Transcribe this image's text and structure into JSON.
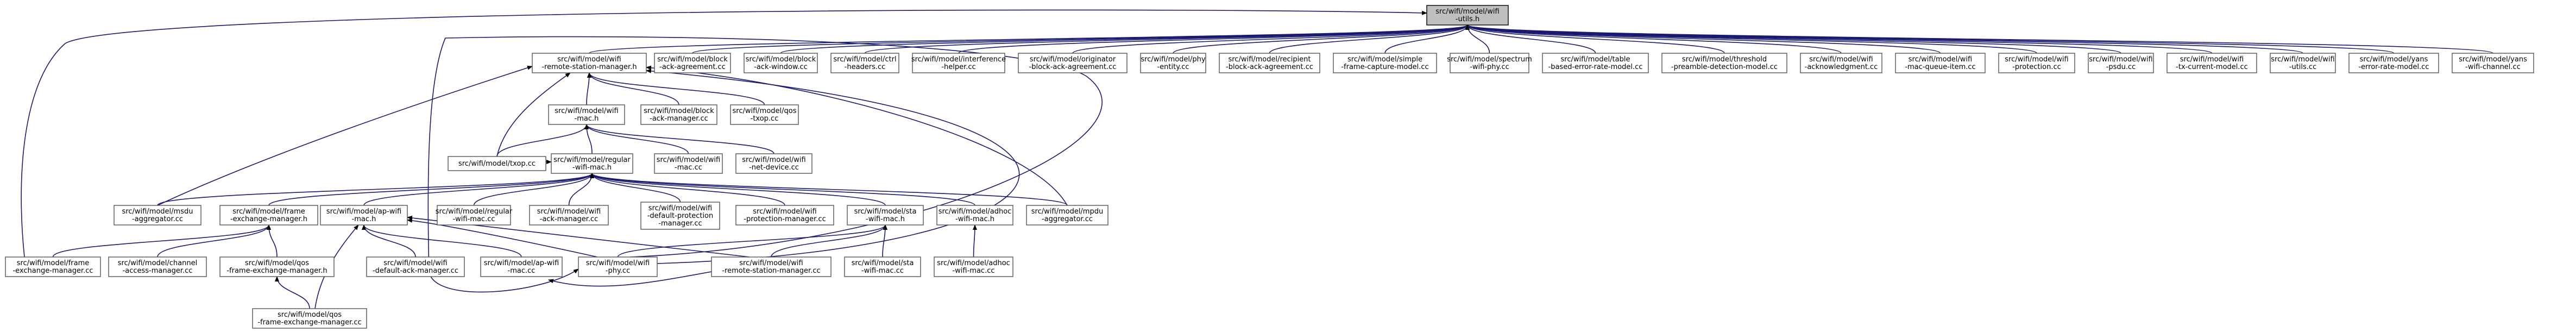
{
  "graph": {
    "root": "wifi-utils-h",
    "nodes": [
      {
        "id": "wifi-utils-h",
        "lines": [
          "src/wifi/model/wifi",
          "-utils.h"
        ]
      },
      {
        "id": "remote-station-manager-h",
        "lines": [
          "src/wifi/model/wifi",
          "-remote-station-manager.h"
        ]
      },
      {
        "id": "block-ack-agreement-cc",
        "lines": [
          "src/wifi/model/block",
          "-ack-agreement.cc"
        ]
      },
      {
        "id": "block-ack-window-cc",
        "lines": [
          "src/wifi/model/block",
          "-ack-window.cc"
        ]
      },
      {
        "id": "ctrl-headers-cc",
        "lines": [
          "src/wifi/model/ctrl",
          "-headers.cc"
        ]
      },
      {
        "id": "interference-helper-cc",
        "lines": [
          "src/wifi/model/interference",
          "-helper.cc"
        ]
      },
      {
        "id": "originator-block-ack-agreement-cc",
        "lines": [
          "src/wifi/model/originator",
          "-block-ack-agreement.cc"
        ]
      },
      {
        "id": "phy-entity-cc",
        "lines": [
          "src/wifi/model/phy",
          "-entity.cc"
        ]
      },
      {
        "id": "recipient-block-ack-agreement-cc",
        "lines": [
          "src/wifi/model/recipient",
          "-block-ack-agreement.cc"
        ]
      },
      {
        "id": "simple-frame-capture-model-cc",
        "lines": [
          "src/wifi/model/simple",
          "-frame-capture-model.cc"
        ]
      },
      {
        "id": "spectrum-wifi-phy-cc",
        "lines": [
          "src/wifi/model/spectrum",
          "-wifi-phy.cc"
        ]
      },
      {
        "id": "table-based-error-rate-model-cc",
        "lines": [
          "src/wifi/model/table",
          "-based-error-rate-model.cc"
        ]
      },
      {
        "id": "threshold-preamble-detection-model-cc",
        "lines": [
          "src/wifi/model/threshold",
          "-preamble-detection-model.cc"
        ]
      },
      {
        "id": "wifi-acknowledgment-cc",
        "lines": [
          "src/wifi/model/wifi",
          "-acknowledgment.cc"
        ]
      },
      {
        "id": "wifi-mac-queue-item-cc",
        "lines": [
          "src/wifi/model/wifi",
          "-mac-queue-item.cc"
        ]
      },
      {
        "id": "wifi-protection-cc",
        "lines": [
          "src/wifi/model/wifi",
          "-protection.cc"
        ]
      },
      {
        "id": "wifi-psdu-cc",
        "lines": [
          "src/wifi/model/wifi",
          "-psdu.cc"
        ]
      },
      {
        "id": "wifi-tx-current-model-cc",
        "lines": [
          "src/wifi/model/wifi",
          "-tx-current-model.cc"
        ]
      },
      {
        "id": "wifi-utils-cc",
        "lines": [
          "src/wifi/model/wifi",
          "-utils.cc"
        ]
      },
      {
        "id": "yans-error-rate-model-cc",
        "lines": [
          "src/wifi/model/yans",
          "-error-rate-model.cc"
        ]
      },
      {
        "id": "yans-wifi-channel-cc",
        "lines": [
          "src/wifi/model/yans",
          "-wifi-channel.cc"
        ]
      },
      {
        "id": "wifi-mac-h",
        "lines": [
          "src/wifi/model/wifi",
          "-mac.h"
        ]
      },
      {
        "id": "block-ack-manager-cc",
        "lines": [
          "src/wifi/model/block",
          "-ack-manager.cc"
        ]
      },
      {
        "id": "qos-txop-cc",
        "lines": [
          "src/wifi/model/qos",
          "-txop.cc"
        ]
      },
      {
        "id": "txop-cc",
        "lines": [
          "src/wifi/model/txop.cc"
        ]
      },
      {
        "id": "regular-wifi-mac-h",
        "lines": [
          "src/wifi/model/regular",
          "-wifi-mac.h"
        ]
      },
      {
        "id": "wifi-mac-cc",
        "lines": [
          "src/wifi/model/wifi",
          "-mac.cc"
        ]
      },
      {
        "id": "wifi-net-device-cc",
        "lines": [
          "src/wifi/model/wifi",
          "-net-device.cc"
        ]
      },
      {
        "id": "msdu-aggregator-cc",
        "lines": [
          "src/wifi/model/msdu",
          "-aggregator.cc"
        ]
      },
      {
        "id": "frame-exchange-manager-h",
        "lines": [
          "src/wifi/model/frame",
          "-exchange-manager.h"
        ]
      },
      {
        "id": "ap-wifi-mac-h",
        "lines": [
          "src/wifi/model/ap-wifi",
          "-mac.h"
        ]
      },
      {
        "id": "regular-wifi-mac-cc",
        "lines": [
          "src/wifi/model/regular",
          "-wifi-mac.cc"
        ]
      },
      {
        "id": "wifi-ack-manager-cc",
        "lines": [
          "src/wifi/model/wifi",
          "-ack-manager.cc"
        ]
      },
      {
        "id": "wifi-default-protection-manager-cc",
        "lines": [
          "src/wifi/model/wifi",
          "-default-protection",
          "-manager.cc"
        ]
      },
      {
        "id": "wifi-protection-manager-cc",
        "lines": [
          "src/wifi/model/wifi",
          "-protection-manager.cc"
        ]
      },
      {
        "id": "sta-wifi-mac-h",
        "lines": [
          "src/wifi/model/sta",
          "-wifi-mac.h"
        ]
      },
      {
        "id": "adhoc-wifi-mac-h",
        "lines": [
          "src/wifi/model/adhoc",
          "-wifi-mac.h"
        ]
      },
      {
        "id": "mpdu-aggregator-cc",
        "lines": [
          "src/wifi/model/mpdu",
          "-aggregator.cc"
        ]
      },
      {
        "id": "frame-exchange-manager-cc",
        "lines": [
          "src/wifi/model/frame",
          "-exchange-manager.cc"
        ]
      },
      {
        "id": "channel-access-manager-cc",
        "lines": [
          "src/wifi/model/channel",
          "-access-manager.cc"
        ]
      },
      {
        "id": "qos-frame-exchange-manager-h",
        "lines": [
          "src/wifi/model/qos",
          "-frame-exchange-manager.h"
        ]
      },
      {
        "id": "wifi-default-ack-manager-cc",
        "lines": [
          "src/wifi/model/wifi",
          "-default-ack-manager.cc"
        ]
      },
      {
        "id": "ap-wifi-mac-cc",
        "lines": [
          "src/wifi/model/ap-wifi",
          "-mac.cc"
        ]
      },
      {
        "id": "wifi-phy-cc",
        "lines": [
          "src/wifi/model/wifi",
          "-phy.cc"
        ]
      },
      {
        "id": "wifi-remote-station-manager-cc",
        "lines": [
          "src/wifi/model/wifi",
          "-remote-station-manager.cc"
        ]
      },
      {
        "id": "sta-wifi-mac-cc",
        "lines": [
          "src/wifi/model/sta",
          "-wifi-mac.cc"
        ]
      },
      {
        "id": "adhoc-wifi-mac-cc",
        "lines": [
          "src/wifi/model/adhoc",
          "-wifi-mac.cc"
        ]
      },
      {
        "id": "qos-frame-exchange-manager-cc",
        "lines": [
          "src/wifi/model/qos",
          "-frame-exchange-manager.cc"
        ]
      }
    ],
    "edges": [
      [
        "remote-station-manager-h",
        "wifi-utils-h"
      ],
      [
        "block-ack-agreement-cc",
        "wifi-utils-h"
      ],
      [
        "block-ack-window-cc",
        "wifi-utils-h"
      ],
      [
        "ctrl-headers-cc",
        "wifi-utils-h"
      ],
      [
        "interference-helper-cc",
        "wifi-utils-h"
      ],
      [
        "originator-block-ack-agreement-cc",
        "wifi-utils-h"
      ],
      [
        "phy-entity-cc",
        "wifi-utils-h"
      ],
      [
        "recipient-block-ack-agreement-cc",
        "wifi-utils-h"
      ],
      [
        "simple-frame-capture-model-cc",
        "wifi-utils-h"
      ],
      [
        "spectrum-wifi-phy-cc",
        "wifi-utils-h"
      ],
      [
        "table-based-error-rate-model-cc",
        "wifi-utils-h"
      ],
      [
        "threshold-preamble-detection-model-cc",
        "wifi-utils-h"
      ],
      [
        "wifi-acknowledgment-cc",
        "wifi-utils-h"
      ],
      [
        "wifi-mac-queue-item-cc",
        "wifi-utils-h"
      ],
      [
        "wifi-protection-cc",
        "wifi-utils-h"
      ],
      [
        "wifi-psdu-cc",
        "wifi-utils-h"
      ],
      [
        "wifi-tx-current-model-cc",
        "wifi-utils-h"
      ],
      [
        "wifi-utils-cc",
        "wifi-utils-h"
      ],
      [
        "yans-error-rate-model-cc",
        "wifi-utils-h"
      ],
      [
        "yans-wifi-channel-cc",
        "wifi-utils-h"
      ],
      [
        "frame-exchange-manager-cc",
        "wifi-utils-h"
      ],
      [
        "wifi-phy-cc",
        "wifi-utils-h"
      ],
      [
        "wifi-remote-station-manager-cc",
        "wifi-utils-h"
      ],
      [
        "wifi-mac-h",
        "remote-station-manager-h"
      ],
      [
        "block-ack-manager-cc",
        "remote-station-manager-h"
      ],
      [
        "qos-txop-cc",
        "remote-station-manager-h"
      ],
      [
        "txop-cc",
        "remote-station-manager-h"
      ],
      [
        "msdu-aggregator-cc",
        "remote-station-manager-h"
      ],
      [
        "mpdu-aggregator-cc",
        "remote-station-manager-h"
      ],
      [
        "wifi-phy-cc",
        "remote-station-manager-h"
      ],
      [
        "regular-wifi-mac-h",
        "wifi-mac-h"
      ],
      [
        "txop-cc",
        "wifi-mac-h"
      ],
      [
        "wifi-mac-cc",
        "wifi-mac-h"
      ],
      [
        "wifi-net-device-cc",
        "wifi-mac-h"
      ],
      [
        "txop-cc",
        "regular-wifi-mac-h"
      ],
      [
        "msdu-aggregator-cc",
        "regular-wifi-mac-h"
      ],
      [
        "frame-exchange-manager-h",
        "regular-wifi-mac-h"
      ],
      [
        "ap-wifi-mac-h",
        "regular-wifi-mac-h"
      ],
      [
        "regular-wifi-mac-cc",
        "regular-wifi-mac-h"
      ],
      [
        "wifi-ack-manager-cc",
        "regular-wifi-mac-h"
      ],
      [
        "wifi-default-protection-manager-cc",
        "regular-wifi-mac-h"
      ],
      [
        "wifi-protection-manager-cc",
        "regular-wifi-mac-h"
      ],
      [
        "sta-wifi-mac-h",
        "regular-wifi-mac-h"
      ],
      [
        "adhoc-wifi-mac-h",
        "regular-wifi-mac-h"
      ],
      [
        "mpdu-aggregator-cc",
        "regular-wifi-mac-h"
      ],
      [
        "frame-exchange-manager-cc",
        "frame-exchange-manager-h"
      ],
      [
        "channel-access-manager-cc",
        "frame-exchange-manager-h"
      ],
      [
        "qos-frame-exchange-manager-h",
        "frame-exchange-manager-h"
      ],
      [
        "qos-frame-exchange-manager-cc",
        "qos-frame-exchange-manager-h"
      ],
      [
        "qos-frame-exchange-manager-cc",
        "ap-wifi-mac-h"
      ],
      [
        "wifi-default-ack-manager-cc",
        "ap-wifi-mac-h"
      ],
      [
        "ap-wifi-mac-cc",
        "ap-wifi-mac-h"
      ],
      [
        "wifi-phy-cc",
        "ap-wifi-mac-h"
      ],
      [
        "wifi-remote-station-manager-cc",
        "ap-wifi-mac-h"
      ],
      [
        "wifi-phy-cc",
        "sta-wifi-mac-h"
      ],
      [
        "wifi-remote-station-manager-cc",
        "sta-wifi-mac-h"
      ],
      [
        "sta-wifi-mac-cc",
        "sta-wifi-mac-h"
      ],
      [
        "adhoc-wifi-mac-cc",
        "adhoc-wifi-mac-h"
      ]
    ]
  }
}
